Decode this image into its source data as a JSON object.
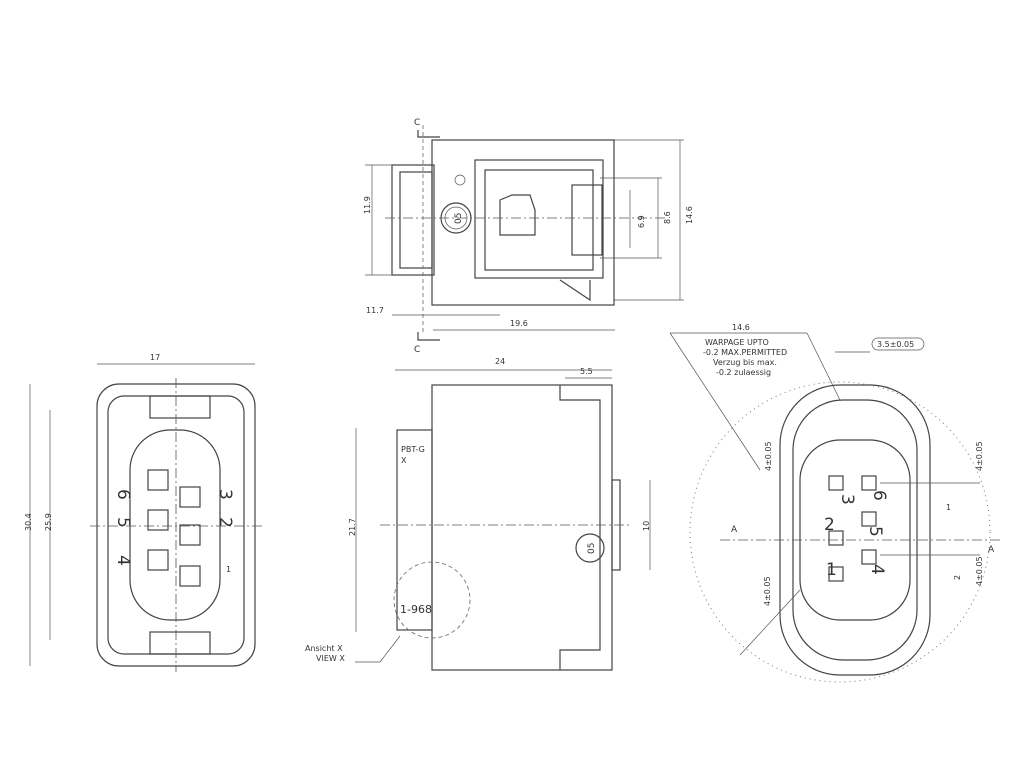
{
  "top_view": {
    "dim_height_left": "11.9",
    "dim_inner_1": "6.9",
    "dim_inner_2": "8.6",
    "dim_height_right": "14.6",
    "dim_offset": "11.7",
    "dim_length": "19.6",
    "section_label_top": "C",
    "section_label_bottom": "C",
    "dial_label": "05"
  },
  "front_view": {
    "dim_width": "17",
    "dim_height_outer": "30.4",
    "dim_height_inner": "25.9",
    "pins": [
      "1",
      "2",
      "3",
      "4",
      "5",
      "6"
    ]
  },
  "side_view": {
    "dim_length": "24",
    "dim_step": "5.5",
    "dim_height": "21.7",
    "dim_window": "10",
    "material_label": "PBT-G",
    "view_marker": "X",
    "part_number": "1-968",
    "dial_label": "05",
    "callout_de": "Ansicht X",
    "callout_en": "VIEW X"
  },
  "detail_view": {
    "dim_width": "14.6",
    "warpage_note": [
      "WARPAGE UPTO",
      "-0.2 MAX.PERMITTED",
      "Verzug bis max.",
      "-0.2 zulaessig"
    ],
    "dim_pitch": "3.5±0.05",
    "dim_tol_left_top": "4±0.05",
    "dim_tol_left_bottom": "4±0.05",
    "dim_tol_right_top": "4±0.05",
    "dim_tol_right_bottom": "4±0.05",
    "dim_small_1": "1",
    "dim_small_2": "2",
    "section_a_left": "A",
    "section_a_right": "A",
    "pins": [
      "1",
      "2",
      "3",
      "4",
      "5",
      "6"
    ]
  }
}
